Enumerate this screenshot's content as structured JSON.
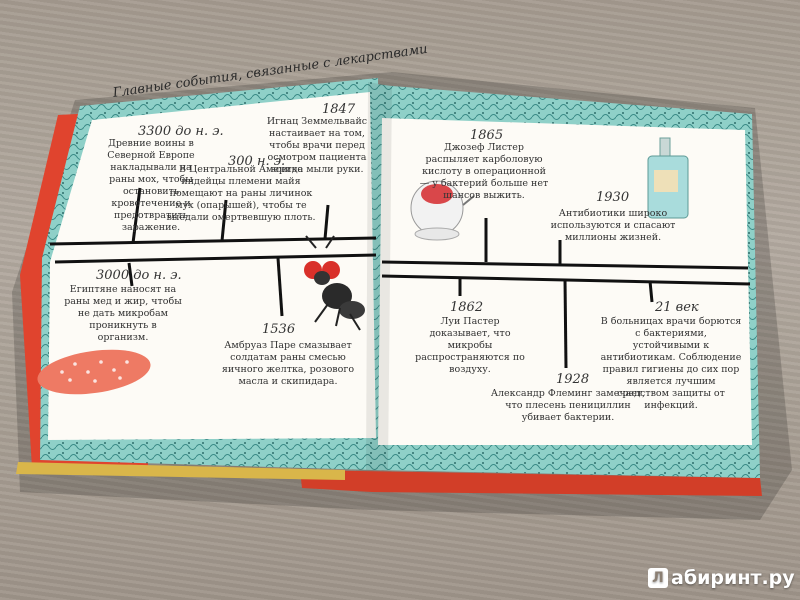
{
  "book": {
    "title": "Главные события, связанные с лекарствами",
    "left_page": {
      "events": [
        {
          "year": "3300 до н. э.",
          "text": "Древние воины в Северной Европе накладывали на раны мох, чтобы остановить кровотечение и предотвратить заражение."
        },
        {
          "year": "300 н. э.",
          "text": "В Центральной Америке индейцы племени майя помещают на раны личинок мух (опарышей), чтобы те выедали омертвевшую плоть."
        },
        {
          "year": "1847",
          "text": "Игнац Земмельвайс настаивает на том, чтобы врачи перед осмотром пациента всегда мыли руки."
        },
        {
          "year": "3000 до н. э.",
          "text": "Египтяне наносят на раны мед и жир, чтобы не дать микробам проникнуть в организм."
        },
        {
          "year": "1536",
          "text": "Амбруаз Паре смазывает солдатам раны смесью яичного желтка, розового масла и скипидара."
        }
      ]
    },
    "right_page": {
      "events": [
        {
          "year": "1865",
          "text": "Джозеф Листер распыляет карболовую кислоту в операционной — у бактерий больше нет шансов выжить."
        },
        {
          "year": "1930",
          "text": "Антибиотики широко используются и спасают миллионы жизней."
        },
        {
          "year": "1862",
          "text": "Луи Пастер доказывает, что микробы распространяются по воздуху."
        },
        {
          "year": "1928",
          "text": "Александр Флеминг замечает, что плесень пенициллин убивает бактерии."
        },
        {
          "year": "21 век",
          "text": "В больницах врачи борются с бактериями, устойчивыми к антибиотикам. Соблюдение правил гигиены до сих пор является лучшим средством защиты от инфекций."
        }
      ]
    }
  },
  "watermark": {
    "logo": "Л",
    "text": "абиринт.ру"
  }
}
